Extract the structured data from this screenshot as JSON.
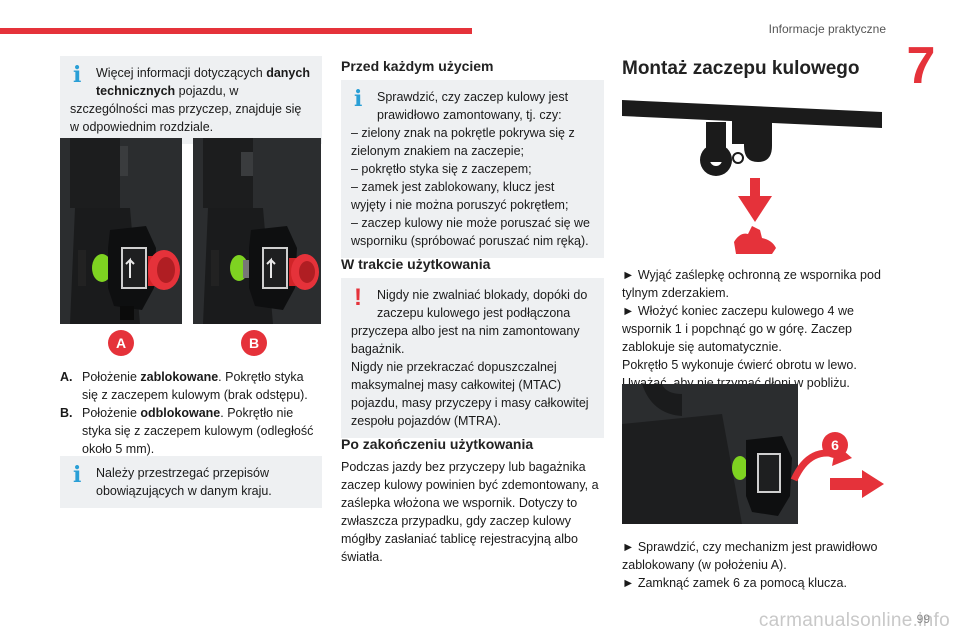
{
  "header": {
    "section": "Informacje praktyczne",
    "chapter_number": "7",
    "page_number": "99"
  },
  "watermark": "carmanualsonline.info",
  "left_column": {
    "info_box_1": {
      "text_pre": "Więcej informacji dotyczących ",
      "text_bold": "danych technicznych",
      "text_post": " pojazdu, w szczególności mas przyczep, znajduje się w odpowiednim rozdziale."
    },
    "figure_labels": [
      "A",
      "B"
    ],
    "captions": [
      {
        "key": "A.",
        "pre": "Położenie ",
        "bold": "zablokowane",
        "post": ". Pokrętło styka się z zaczepem kulowym (brak odstępu)."
      },
      {
        "key": "B.",
        "pre": "Położenie ",
        "bold": "odblokowane",
        "post": ". Pokrętło nie styka się z zaczepem kulowym (odległość około 5 mm)."
      }
    ],
    "info_box_2": {
      "text": "Należy przestrzegać przepisów obowiązujących w danym kraju."
    }
  },
  "middle_column": {
    "heading_1": "Przed każdym użyciem",
    "info_box_checks": {
      "intro": "Sprawdzić, czy zaczep kulowy jest prawidłowo zamontowany, tj. czy:",
      "items": [
        "– zielony znak na pokrętle pokrywa się z zielonym znakiem na zaczepie;",
        "– pokrętło styka się z zaczepem;",
        "– zamek jest zablokowany, klucz jest wyjęty i nie można poruszyć pokrętłem;",
        "– zaczep kulowy nie może poruszać się we wsporniku (spróbować poruszać nim ręką)."
      ]
    },
    "heading_2": "W trakcie użytkowania",
    "warning_box": {
      "line1": "Nigdy nie zwalniać blokady, dopóki do zaczepu kulowego jest podłączona przyczepa albo jest na nim zamontowany bagażnik.",
      "line2": "Nigdy nie przekraczać dopuszczalnej maksymalnej masy całkowitej (MTAC) pojazdu, masy przyczepy i masy całkowitej zespołu pojazdów (MTRA)."
    },
    "heading_3": "Po zakończeniu użytkowania",
    "paragraph": "Podczas jazdy bez przyczepy lub bagażnika zaczep kulowy powinien być zdemontowany, a zaślepka włożona we wspornik. Dotyczy to zwłaszcza przypadku, gdy zaczep kulowy mógłby zasłaniać tablicę rejestracyjną albo światła."
  },
  "right_column": {
    "title": "Montaż zaczepu kulowego",
    "steps_1": [
      "► Wyjąć zaślepkę ochronną ze wspornika pod tylnym zderzakiem.",
      "► Włożyć koniec zaczepu kulowego 4 we wspornik 1 i popchnąć go w górę. Zaczep zablokuje się automatycznie.",
      "Pokrętło 5 wykonuje ćwierć obrotu w lewo. Uważać, aby nie trzymać dłoni w pobliżu."
    ],
    "figure_badge": "6",
    "steps_2": [
      "► Sprawdzić, czy mechanizm jest prawidłowo zablokowany (w położeniu A).",
      "► Zamknąć zamek 6 za pomocą klucza."
    ]
  },
  "colors": {
    "accent": "#e5323a",
    "info_blue": "#2a9fd6",
    "box_bg": "#eef0f2",
    "green_mark": "#7ed321"
  },
  "icons": [
    "info-icon",
    "warning-icon",
    "arrow-down-icon",
    "rotate-arrow-icon"
  ]
}
